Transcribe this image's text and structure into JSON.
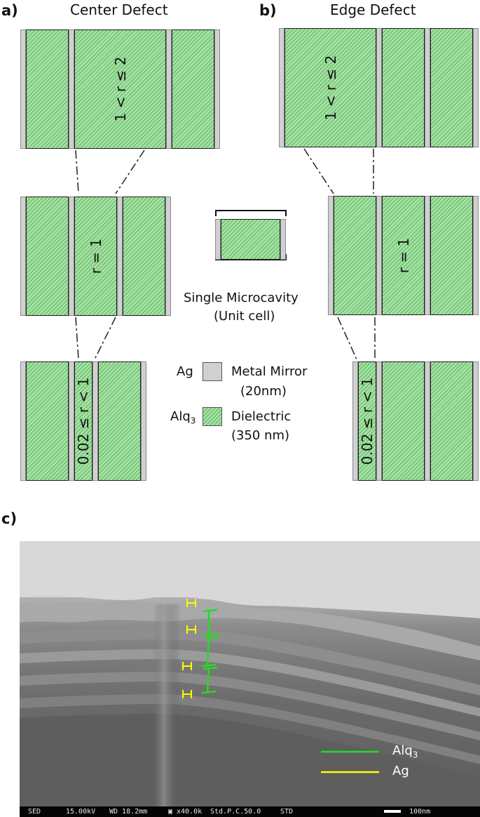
{
  "panel_a": {
    "label": "a)",
    "title": "Center Defect"
  },
  "panel_b": {
    "label": "b)",
    "title": "Edge Defect"
  },
  "panel_c": {
    "label": "c)"
  },
  "ratios": {
    "large": "1 < r ≤ 2",
    "unit": "r = 1",
    "small": "0.02 ≤ r < 1"
  },
  "unit_cell": {
    "line1": "Single Microcavity",
    "line2": "(Unit cell)"
  },
  "legend": {
    "ag_name": "Ag",
    "ag_desc1": "Metal Mirror",
    "ag_desc2": "(20nm)",
    "alq_name": "Alq",
    "alq_sub": "3",
    "alq_desc1": "Dielectric",
    "alq_desc2": "(350 nm)"
  },
  "sem_legend": {
    "alq_name": "Alq",
    "alq_sub": "3",
    "ag_name": "Ag"
  },
  "sem_info": {
    "detector": "SED",
    "voltage": "15.00kV",
    "wd": "WD 18.2mm",
    "mag": "x40.0k",
    "mode": "Std.P.C.50.0",
    "std": "STD",
    "scale": "100nm"
  },
  "colors": {
    "dielectric": "#a6e0a6",
    "mirror": "#d0d0d0",
    "alq_line": "#22dd22",
    "ag_line": "#ffff00"
  }
}
